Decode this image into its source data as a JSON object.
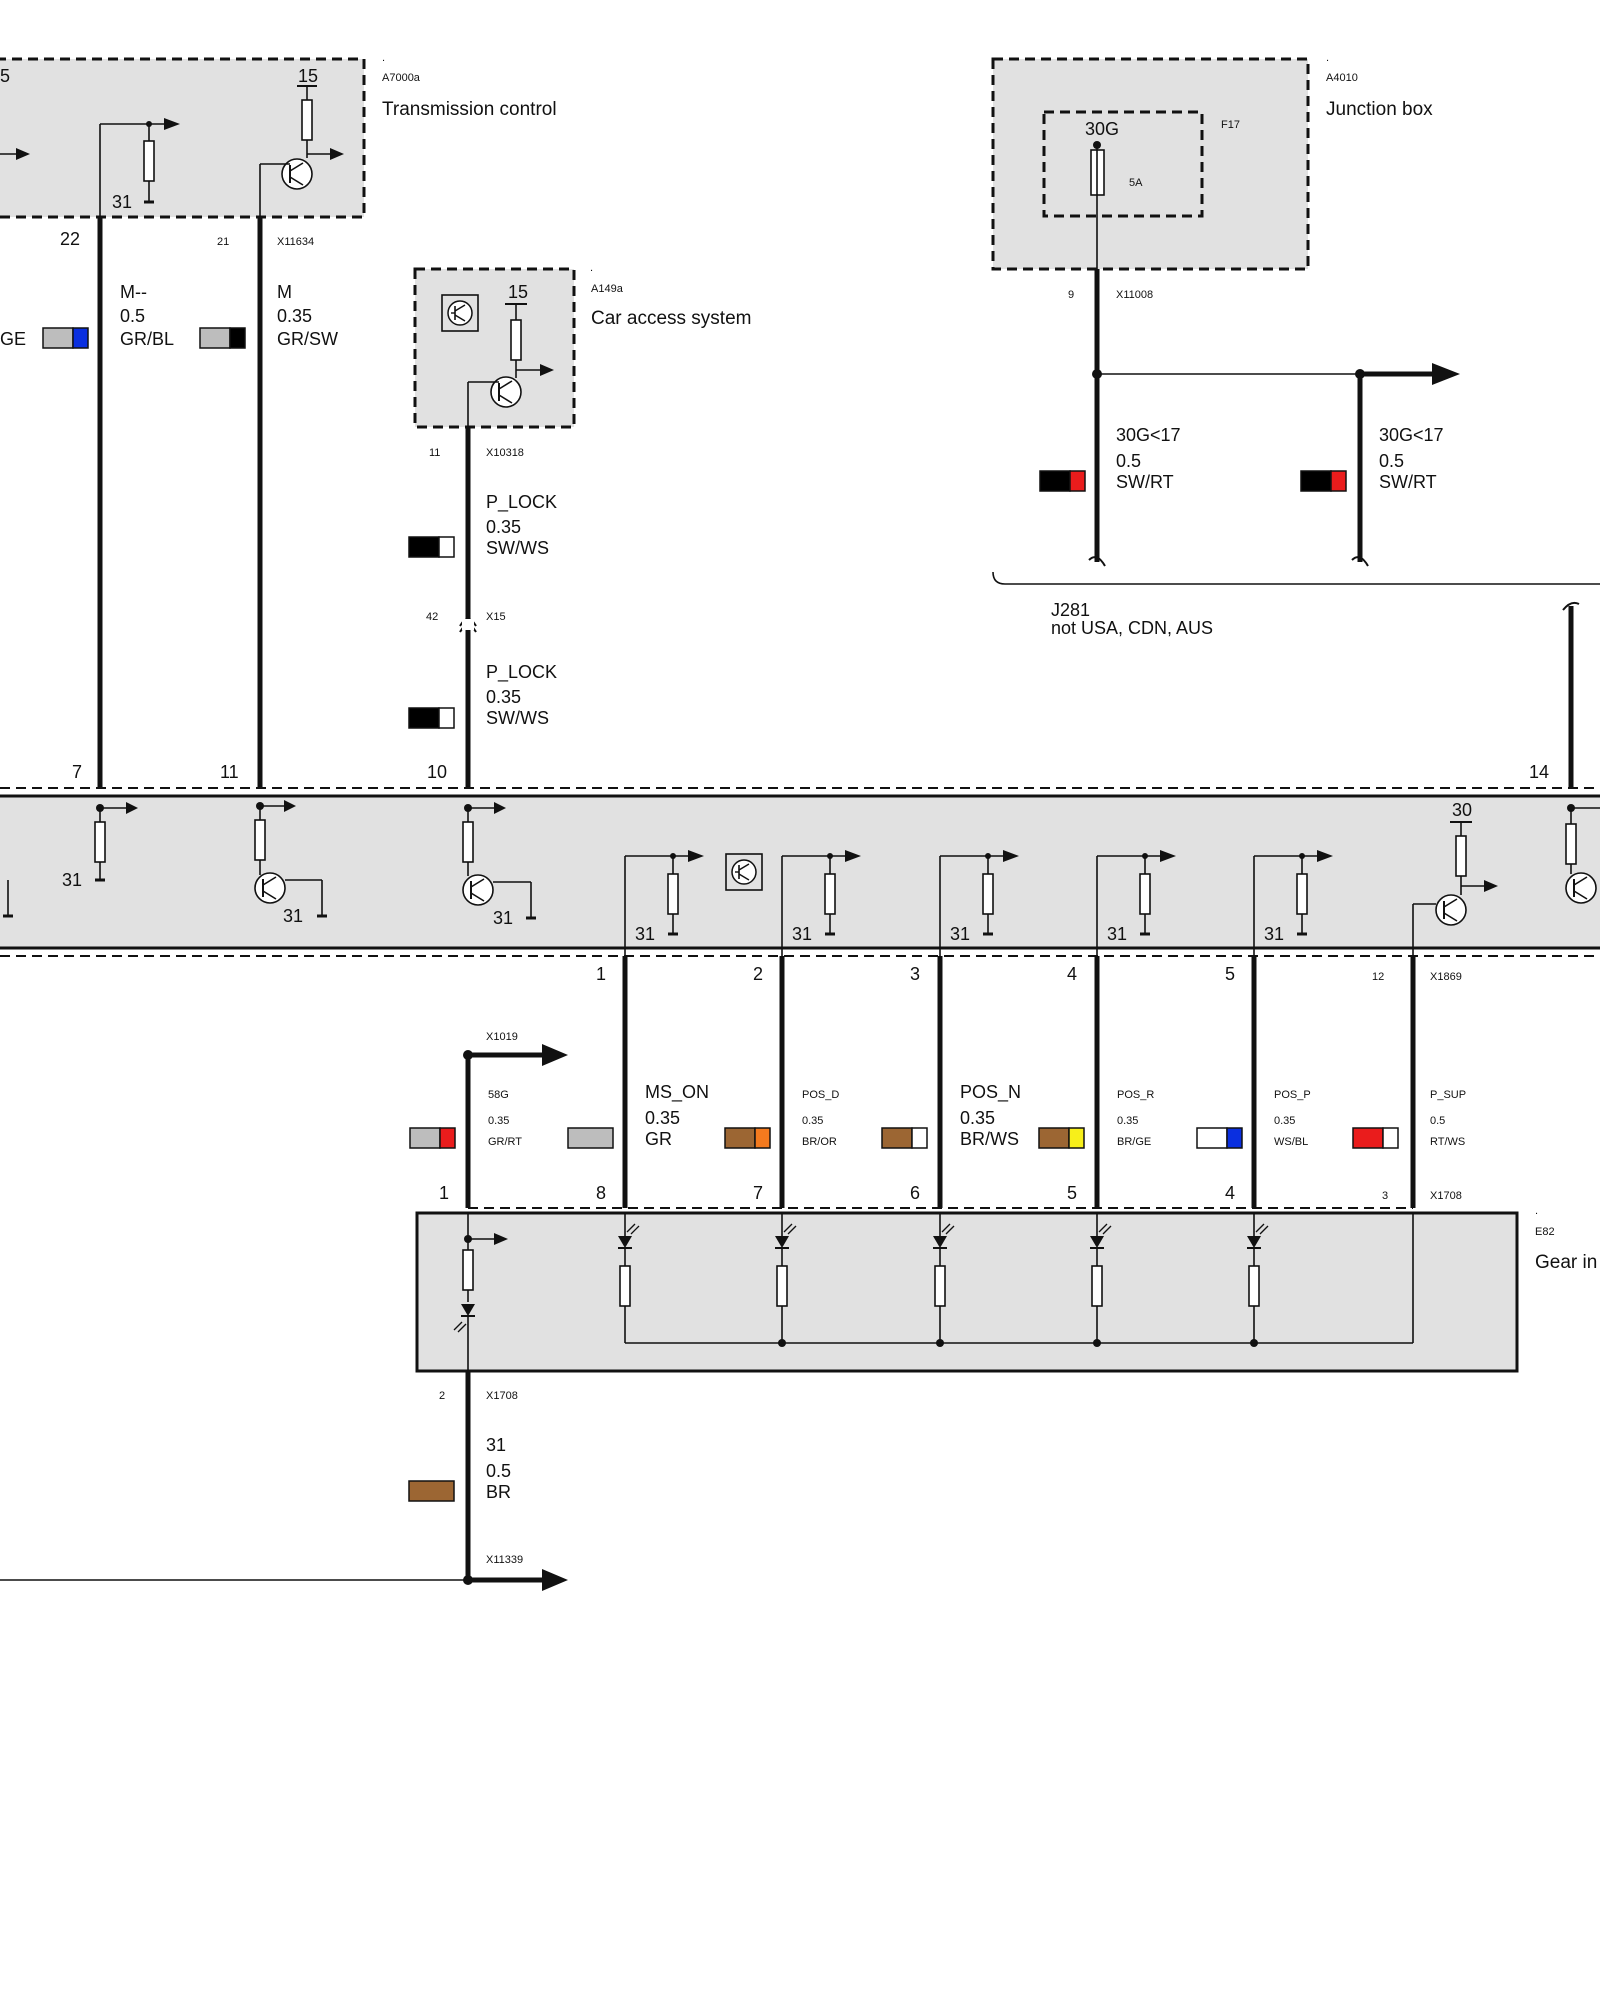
{
  "colors": {
    "box_fill": "#e1e1e1",
    "wire": "#111111",
    "GR": "#bdbdbd",
    "BL": "#0a2fe0",
    "SW": "#000000",
    "WS": "#ffffff",
    "RT": "#ea1c1c",
    "BR": "#9c6633",
    "OR": "#f47a1e",
    "GE": "#f7ef1a"
  },
  "components": {
    "transmission": {
      "dot": ".",
      "code": "A7000a",
      "name": "Transmission control",
      "pin_a": "15",
      "pin_partial": "5",
      "gnd": "31",
      "pin_22": "22",
      "pin_21": "21",
      "connector": "X11634"
    },
    "car_access": {
      "dot": ".",
      "code": "A149a",
      "name": "Car access system",
      "pin_15": "15",
      "pin": "11",
      "connector": "X10318"
    },
    "junction_box": {
      "dot": ".",
      "code": "A4010",
      "name": "Junction box",
      "fuse_terminal": "30G",
      "fuse_id": "F17",
      "fuse_rating": "5A",
      "pin": "9",
      "connector": "X11008"
    },
    "gear_indicator": {
      "dot": ".",
      "code": "E82",
      "name_partial": "Gear in"
    }
  },
  "wires": {
    "left_partial": {
      "color_text": "GE"
    },
    "m_minus": {
      "signal": "M--",
      "size": "0.5",
      "color": "GR/BL"
    },
    "m": {
      "signal": "M",
      "size": "0.35",
      "color": "GR/SW"
    },
    "plock1": {
      "signal": "P_LOCK",
      "size": "0.35",
      "color": "SW/WS"
    },
    "plock2": {
      "signal": "P_LOCK",
      "size": "0.35",
      "color": "SW/WS"
    },
    "jb1": {
      "signal": "30G<17",
      "size": "0.5",
      "color": "SW/RT"
    },
    "jb2": {
      "signal": "30G<17",
      "size": "0.5",
      "color": "SW/RT"
    },
    "w58g": {
      "signal": "58G",
      "size": "0.35",
      "color": "GR/RT"
    },
    "ms_on": {
      "signal": "MS_ON",
      "size": "0.35",
      "color": "GR"
    },
    "pos_d": {
      "signal": "POS_D",
      "size": "0.35",
      "color": "BR/OR"
    },
    "pos_n": {
      "signal": "POS_N",
      "size": "0.35",
      "color": "BR/WS"
    },
    "pos_r": {
      "signal": "POS_R",
      "size": "0.35",
      "color": "BR/GE"
    },
    "pos_p": {
      "signal": "POS_P",
      "size": "0.35",
      "color": "WS/BL"
    },
    "p_sup": {
      "signal": "P_SUP",
      "size": "0.5",
      "color": "RT/WS"
    },
    "ground": {
      "signal": "31",
      "size": "0.5",
      "color": "BR"
    }
  },
  "pins": {
    "p42": "42",
    "x15": "X15",
    "p7": "7",
    "p11": "11",
    "p10": "10",
    "p14": "14",
    "p30": "30",
    "b1": "1",
    "b2": "2",
    "b3": "3",
    "b4": "4",
    "b5": "5",
    "b12": "12",
    "x1869": "X1869",
    "x1019": "X1019",
    "g1": "1",
    "g8": "8",
    "g7": "7",
    "g6": "6",
    "g5": "5",
    "g4": "4",
    "g3": "3",
    "x1708_top": "X1708",
    "g2": "2",
    "x1708_bot": "X1708",
    "x11339": "X11339",
    "gnd31": "31"
  },
  "note": {
    "code": "J281",
    "text": "not USA, CDN, AUS"
  }
}
